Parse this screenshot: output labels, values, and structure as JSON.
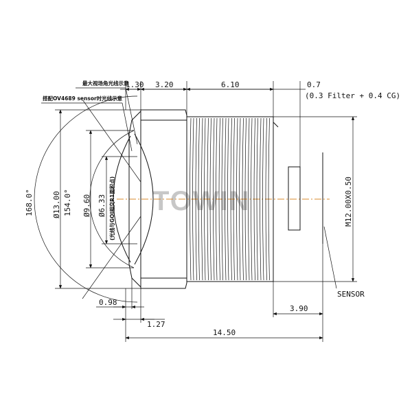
{
  "annotations": {
    "max_fov_rays": "最大视场角光线示意",
    "sensor_rays": "搭配OV4689 sensor时光线示意",
    "ray_note": "(光线与GOI相交R1面积点)",
    "sensor": "SENSOR"
  },
  "dimensions": {
    "d1_30": "1.30",
    "d3_20": "3.20",
    "d6_10": "6.10",
    "d0_7": "0.7",
    "filter_note": "(0.3 Filter + 0.4 CG)",
    "angle168": "168.0°",
    "dia13": "Ø13.00",
    "angle154": "154.0°",
    "dia9_60": "Ø9.60",
    "dia6_33": "Ø6.33",
    "thread": "M12.00X0.50",
    "d0_98": "0.98",
    "d1_27": "1.27",
    "d3_90": "3.90",
    "d14_50": "14.50"
  },
  "watermark": "TOWIN",
  "colors": {
    "centerline": "#d98a2b",
    "line": "#111111"
  }
}
